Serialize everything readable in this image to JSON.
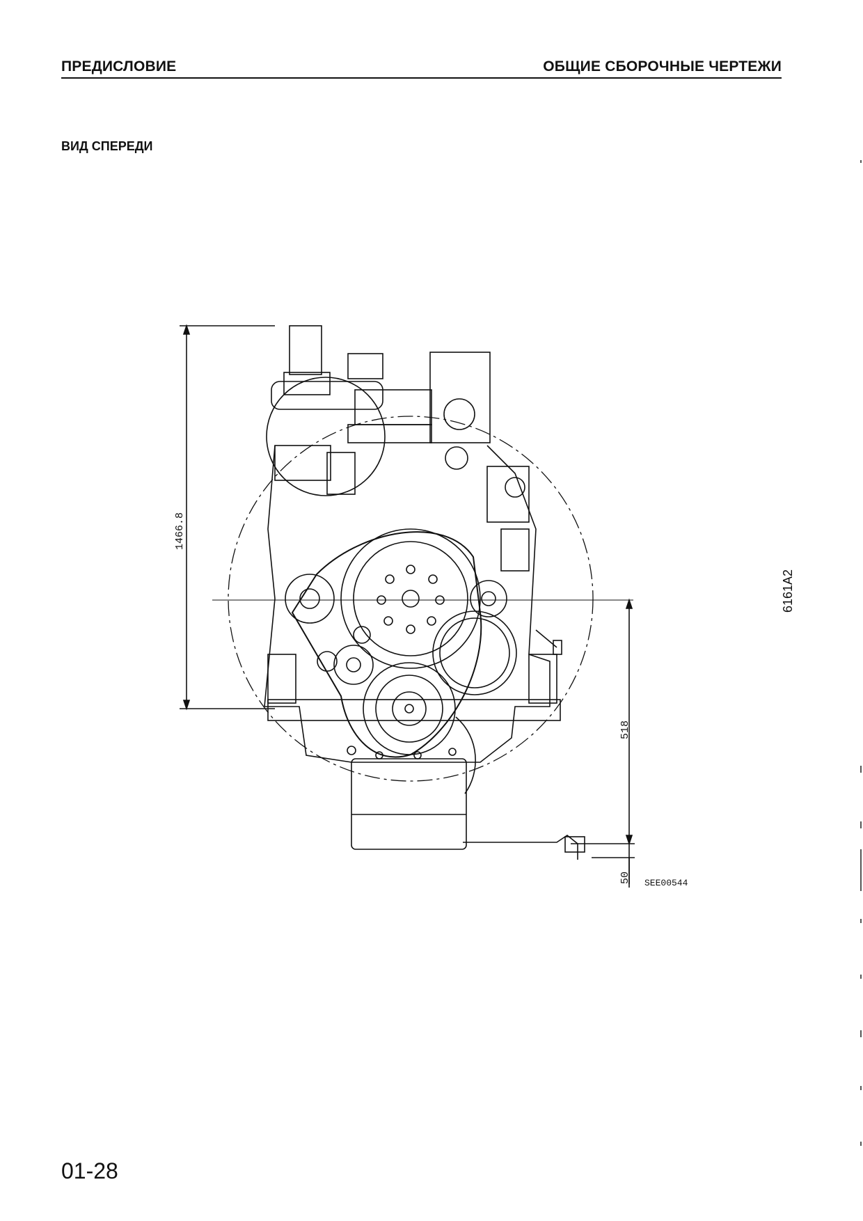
{
  "header": {
    "left": "ПРЕДИСЛОВИЕ",
    "right": "ОБЩИЕ СБОРОЧНЫЕ ЧЕРТЕЖИ"
  },
  "section_title": "ВИД СПЕРЕДИ",
  "drawing": {
    "dimension_height": "1466.8",
    "dimension_center": "518",
    "dimension_bottom": "50",
    "figure_code": "SEE00544"
  },
  "side_code": "6161A2",
  "page_number": "01-28",
  "colors": {
    "ink": "#111111",
    "paper": "#ffffff"
  }
}
